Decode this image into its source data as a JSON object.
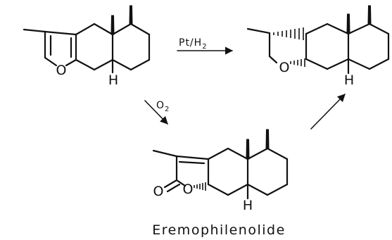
{
  "atoms": {
    "oxygen": "O",
    "hydrogen": "H"
  },
  "reagents": {
    "hydrogenation_main": "Pt/H",
    "hydrogenation_sub": "2",
    "oxidation_main": "O",
    "oxidation_sub": "2"
  },
  "compound_name": "Eremophilenolide"
}
